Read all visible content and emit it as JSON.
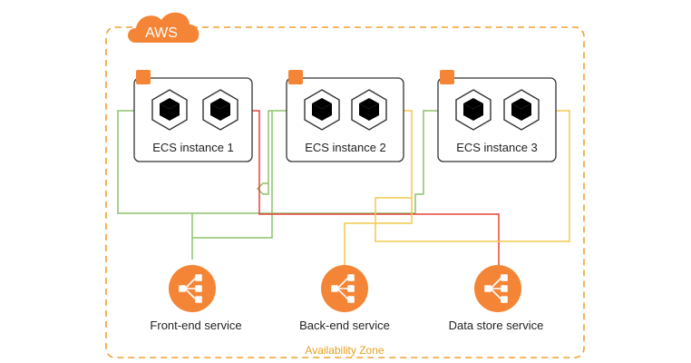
{
  "cloud": {
    "label": "AWS"
  },
  "zone": {
    "label": "Availability Zone"
  },
  "instances": [
    {
      "label": "ECS instance 1",
      "containers": [
        "green",
        "red"
      ]
    },
    {
      "label": "ECS instance 2",
      "containers": [
        "green",
        "yellow"
      ]
    },
    {
      "label": "ECS instance 3",
      "containers": [
        "green",
        "yellow"
      ]
    }
  ],
  "services": [
    {
      "label": "Front-end service",
      "icon": "load-balancer-icon"
    },
    {
      "label": "Back-end service",
      "icon": "load-balancer-icon"
    },
    {
      "label": "Data store service",
      "icon": "load-balancer-icon"
    }
  ],
  "colors": {
    "accent_orange": "#f58536",
    "zone_border": "#f0a030",
    "zone_text": "#e8a020",
    "front_end_line": "#8dc26b",
    "back_end_line": "#e8403a",
    "data_store_line": "#f2c84b",
    "green_container": "#7ab800",
    "red_container": "#e02a1e",
    "yellow_container": "#f5c518"
  }
}
